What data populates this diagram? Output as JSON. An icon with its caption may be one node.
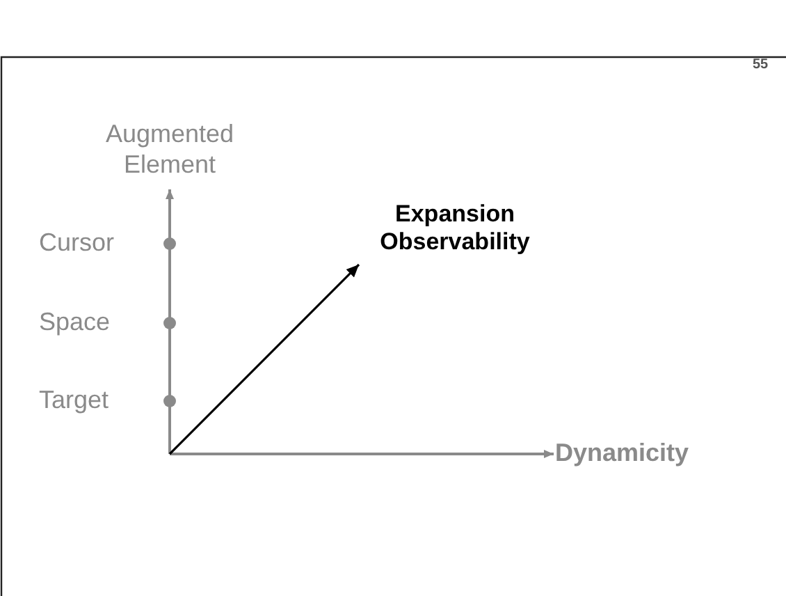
{
  "diagram": {
    "labels": [
      "55",
      "Augmented Element",
      "Cursor",
      "Space",
      "Target",
      "Expansion Observability",
      "Dynamicity"
    ]
  }
}
